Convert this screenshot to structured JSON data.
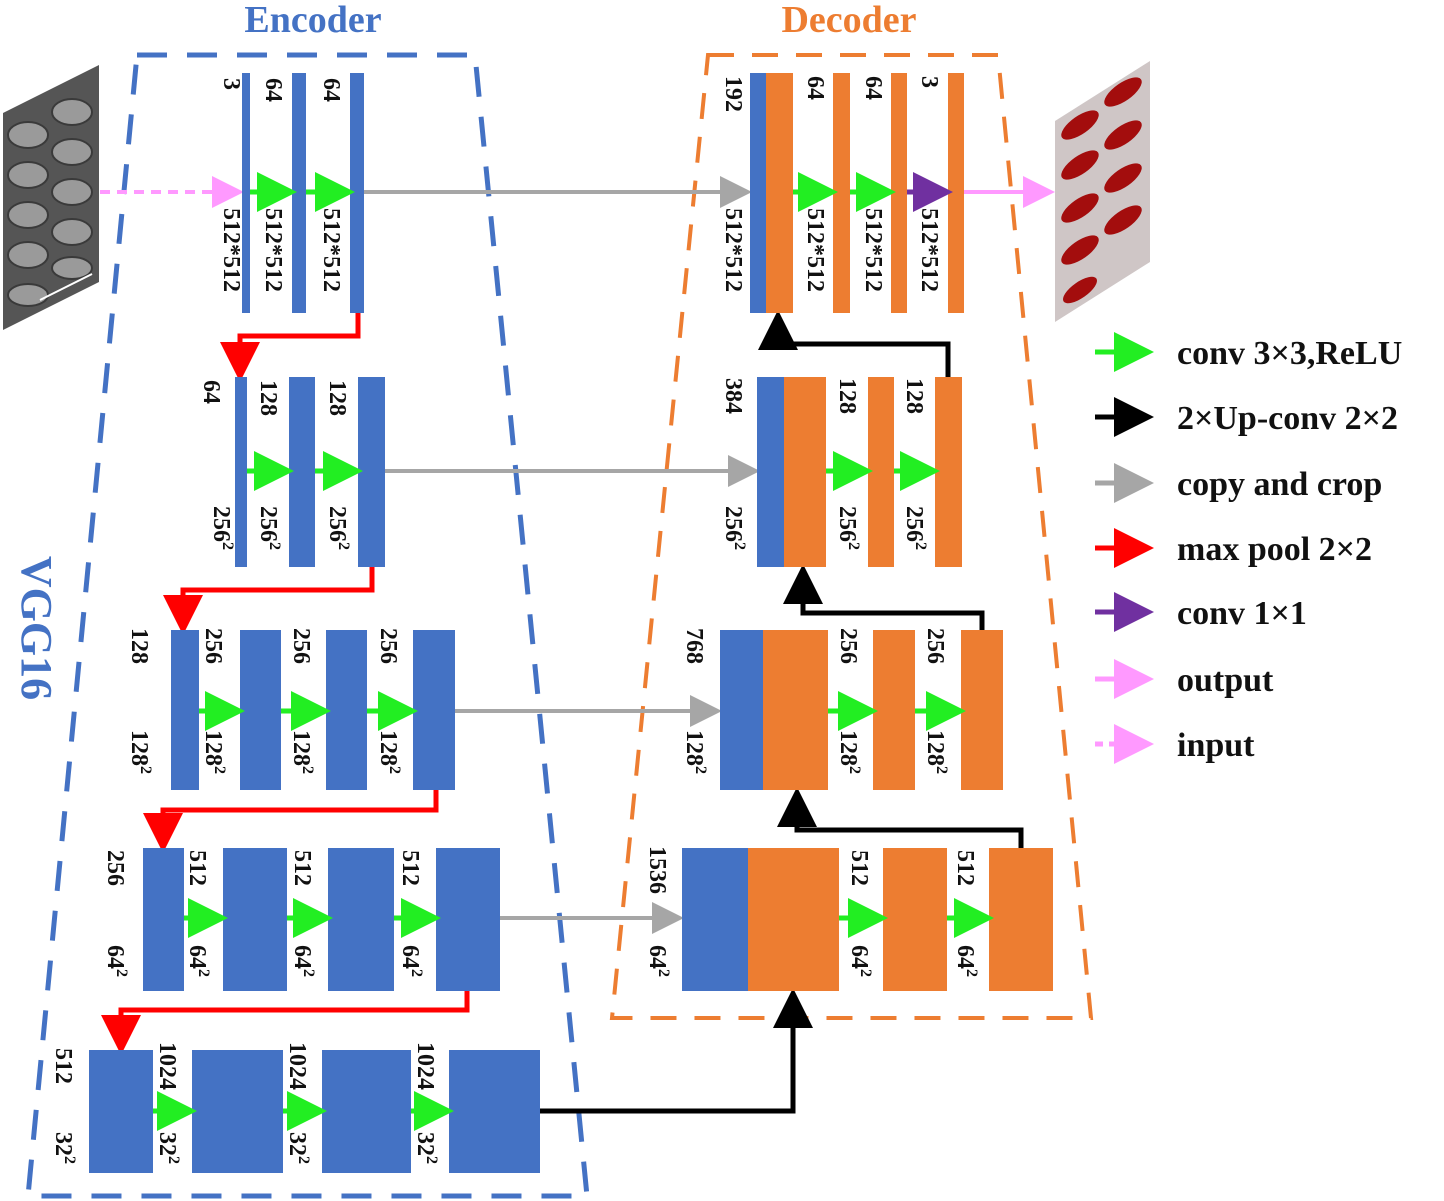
{
  "titles": {
    "encoder": "Encoder",
    "decoder": "Decoder",
    "vgg": "VGG16"
  },
  "colors": {
    "encoder_block": "#4472c4",
    "decoder_block": "#ed7d31",
    "conv": "#22ee22",
    "upconv": "#000000",
    "copy": "#a6a6a6",
    "maxpool": "#ff0000",
    "conv1x1": "#7030a0",
    "output": "#ff99ff",
    "input": "#ff99ff"
  },
  "legend": [
    {
      "key": "conv",
      "label": "conv 3×3,ReLU",
      "style": "solid"
    },
    {
      "key": "upconv",
      "label": "2×Up-conv 2×2",
      "style": "solid"
    },
    {
      "key": "copy",
      "label": "copy and crop",
      "style": "solid"
    },
    {
      "key": "maxpool",
      "label": "max pool 2×2",
      "style": "solid"
    },
    {
      "key": "conv1x1",
      "label": "conv 1×1",
      "style": "solid"
    },
    {
      "key": "output",
      "label": "output",
      "style": "solid"
    },
    {
      "key": "input",
      "label": "input",
      "style": "dotted"
    }
  ],
  "encoder": {
    "level1": {
      "channels": [
        "3",
        "64",
        "64"
      ],
      "sizes": [
        "512*512",
        "512*512",
        "512*512"
      ]
    },
    "level2": {
      "channels": [
        "64",
        "128",
        "128"
      ],
      "sizes": [
        "256",
        "256",
        "256"
      ],
      "size_exp": "2"
    },
    "level3": {
      "channels": [
        "128",
        "256",
        "256",
        "256"
      ],
      "sizes": [
        "128",
        "128",
        "128",
        "128"
      ],
      "size_exp": "2"
    },
    "level4": {
      "channels": [
        "256",
        "512",
        "512",
        "512"
      ],
      "sizes": [
        "64",
        "64",
        "64",
        "64"
      ],
      "size_exp": "2"
    },
    "level5": {
      "channels": [
        "512",
        "1024",
        "1024",
        "1024"
      ],
      "sizes": [
        "32",
        "32",
        "32",
        "32"
      ],
      "size_exp": "2"
    }
  },
  "decoder": {
    "level1": {
      "channels": [
        "192",
        "64",
        "64",
        "3"
      ],
      "sizes": [
        "512*512",
        "512*512",
        "512*512",
        "512*512"
      ]
    },
    "level2": {
      "channels": [
        "384",
        "128",
        "128"
      ],
      "sizes": [
        "256",
        "256",
        "256"
      ],
      "size_exp": "2"
    },
    "level3": {
      "channels": [
        "768",
        "256",
        "256"
      ],
      "sizes": [
        "128",
        "128",
        "128"
      ],
      "size_exp": "2"
    },
    "level4": {
      "channels": [
        "1536",
        "512",
        "512"
      ],
      "sizes": [
        "64",
        "64",
        "64"
      ],
      "size_exp": "2"
    }
  },
  "images": {
    "input_alt": "input micrograph",
    "output_alt": "segmentation output"
  }
}
